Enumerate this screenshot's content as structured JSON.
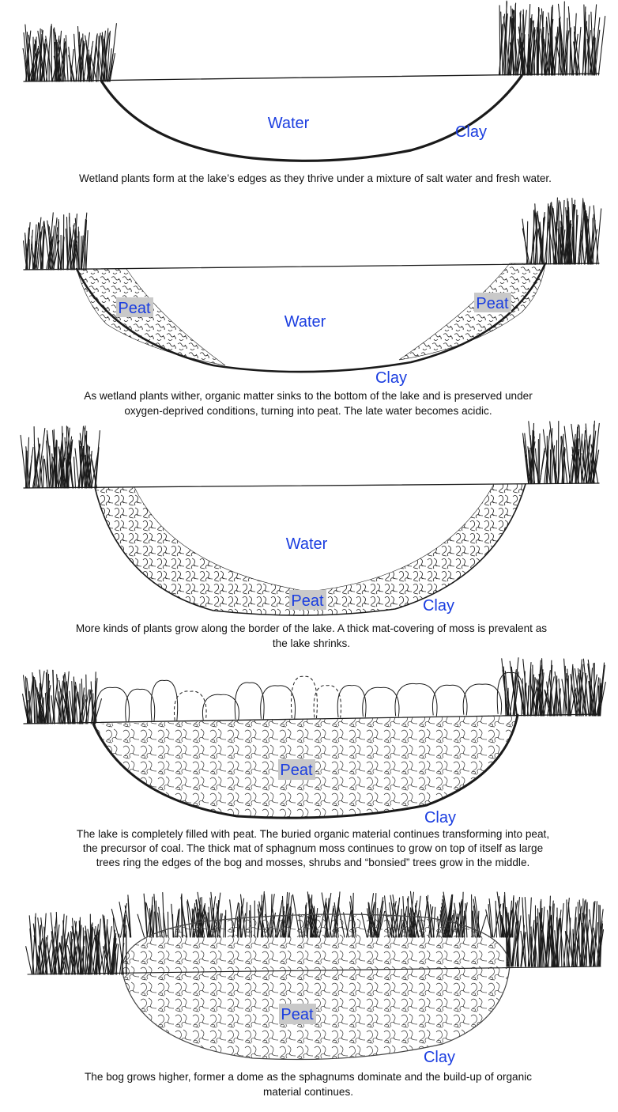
{
  "colors": {
    "label": "#1a3de0",
    "ink": "#1a1a1a",
    "peat_box": "#c9c9c9",
    "caption": "#111111"
  },
  "panels": [
    {
      "labels": {
        "water": "Water",
        "clay": "Clay"
      },
      "caption": [
        "Wetland plants form at the lake’s edges as they thrive under a mixture of salt water and fresh water."
      ]
    },
    {
      "labels": {
        "water": "Water",
        "clay": "Clay",
        "peat_left": "Peat",
        "peat_right": "Peat"
      },
      "caption": [
        "As wetland plants wither, organic matter sinks to the bottom of the lake and is preserved under",
        "oxygen-deprived conditions, turning into peat. The late water becomes acidic."
      ]
    },
    {
      "labels": {
        "water": "Water",
        "clay": "Clay",
        "peat": "Peat"
      },
      "caption": [
        "More kinds of plants grow along the border of the lake. A thick mat-covering of moss is prevalent as",
        "the lake shrinks."
      ]
    },
    {
      "labels": {
        "clay": "Clay",
        "peat": "Peat"
      },
      "caption": [
        "The lake is completely filled with peat. The buried organic material continues transforming into peat,",
        "the precursor of coal. The thick mat of sphagnum moss continues to grow on top of itself as large",
        "trees ring the edges of the bog and mosses, shrubs and “bonsied” trees grow in the middle."
      ]
    },
    {
      "labels": {
        "clay": "Clay",
        "peat": "Peat"
      },
      "caption": [
        "The bog grows higher, former a dome as the sphagnums dominate and the build-up of organic",
        "material continues."
      ]
    }
  ]
}
